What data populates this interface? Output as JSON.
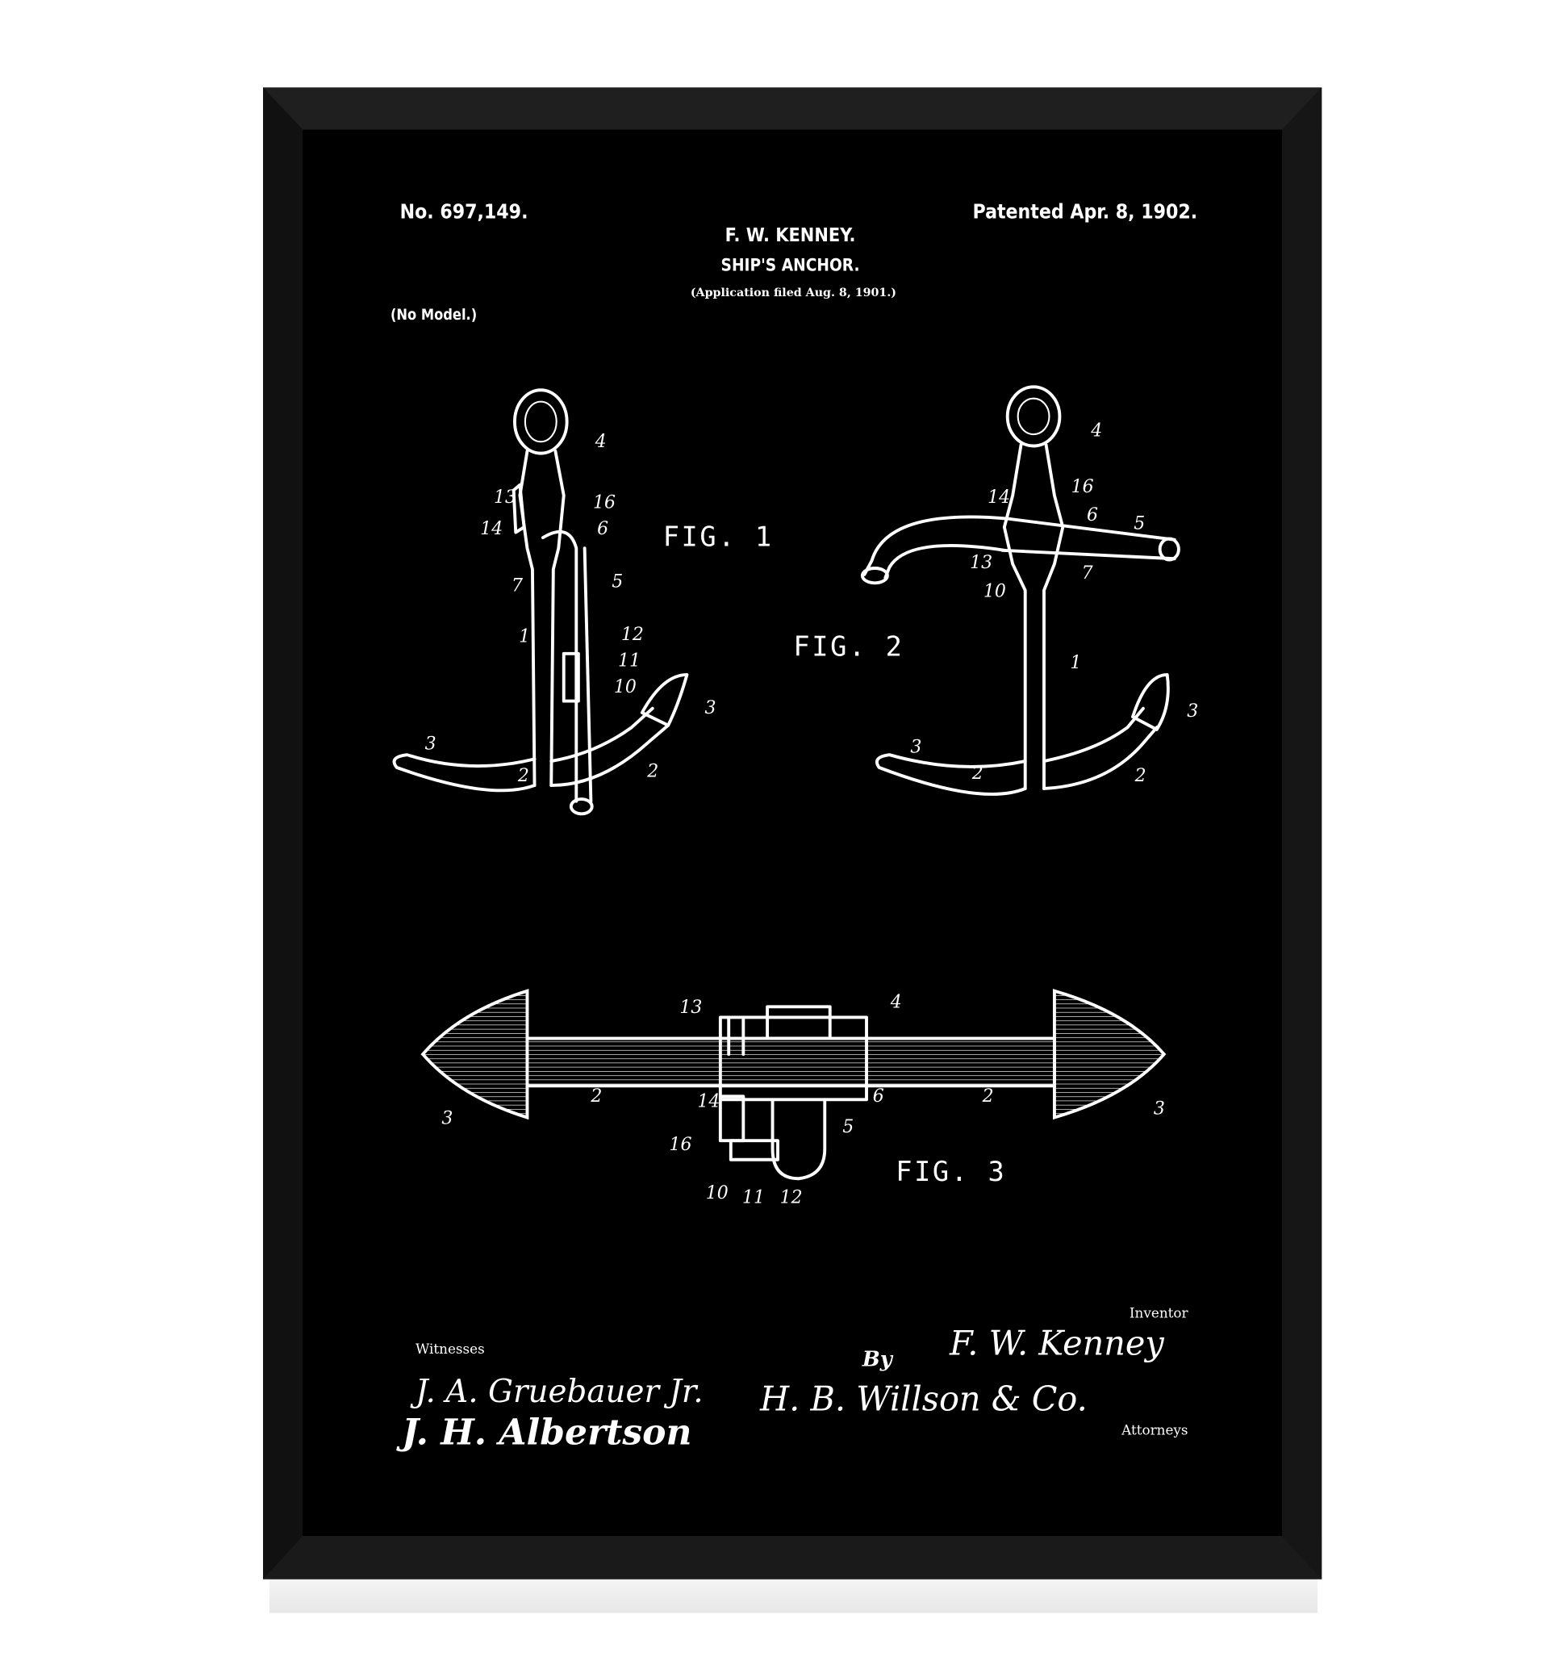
{
  "header": {
    "patent_number": "No. 697,149.",
    "patent_date": "Patented Apr. 8, 1902.",
    "inventor_name": "F. W. KENNEY.",
    "title": "SHIP'S ANCHOR.",
    "application": "(Application filed Aug. 8, 1901.)",
    "model_note": "(No Model.)"
  },
  "figures": [
    {
      "label": "FIG. 1",
      "numerals": [
        "4",
        "13",
        "16",
        "14",
        "6",
        "7",
        "5",
        "1",
        "12",
        "11",
        "10",
        "3",
        "3",
        "2",
        "2"
      ]
    },
    {
      "label": "FIG. 2",
      "numerals": [
        "4",
        "14",
        "16",
        "6",
        "5",
        "13",
        "7",
        "10",
        "1",
        "3",
        "3",
        "2",
        "2"
      ]
    },
    {
      "label": "FIG. 3",
      "numerals": [
        "13",
        "4",
        "2",
        "2",
        "14",
        "6",
        "3",
        "3",
        "16",
        "5",
        "10",
        "11",
        "12"
      ]
    }
  ],
  "signatures": {
    "witnesses_label": "Witnesses",
    "witness_1": "J. A. Gruebauer Jr.",
    "witness_2": "J. H. Albertson",
    "inventor_label": "Inventor",
    "inventor_signature": "F. W. Kenney",
    "by_label": "By",
    "attorney_signature": "H. B. Willson & Co.",
    "attorneys_label": "Attorneys"
  },
  "colors": {
    "frame": "#141414",
    "mat": "#000000",
    "ink": "#ffffff",
    "wall": "#ffffff"
  }
}
